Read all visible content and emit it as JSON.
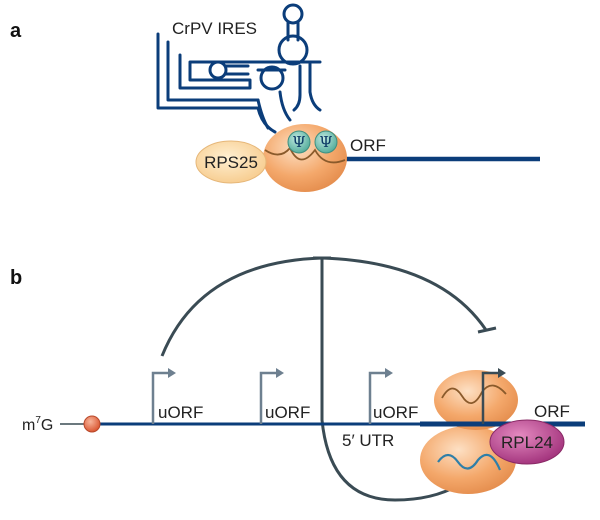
{
  "panel_a": {
    "letter": "a",
    "ires_label": "CrPV IRES",
    "psi_symbol": "Ψ",
    "orf_label": "ORF",
    "rps_label": "RPS25"
  },
  "panel_b": {
    "letter": "b",
    "cap_label_m": "m",
    "cap_label_sup": "7",
    "cap_label_g": "G",
    "uorf_labels": [
      "uORF",
      "uORF",
      "uORF"
    ],
    "utr_label": "5′ UTR",
    "orf_label": "ORF",
    "rpl_label": "RPL24"
  },
  "colors": {
    "rna_line": "#0b3d7a",
    "arc": "#3a4b54",
    "arrow_gray": "#6e8090",
    "ribosome_orange": "#f2a66b",
    "rps_yellow": "#fbd9a3",
    "psi_teal": "#5fb8a8",
    "rpl_magenta": "#b63f8c",
    "cap_red": "#e0603a",
    "light_blue_rna": "#6fb9d9"
  }
}
